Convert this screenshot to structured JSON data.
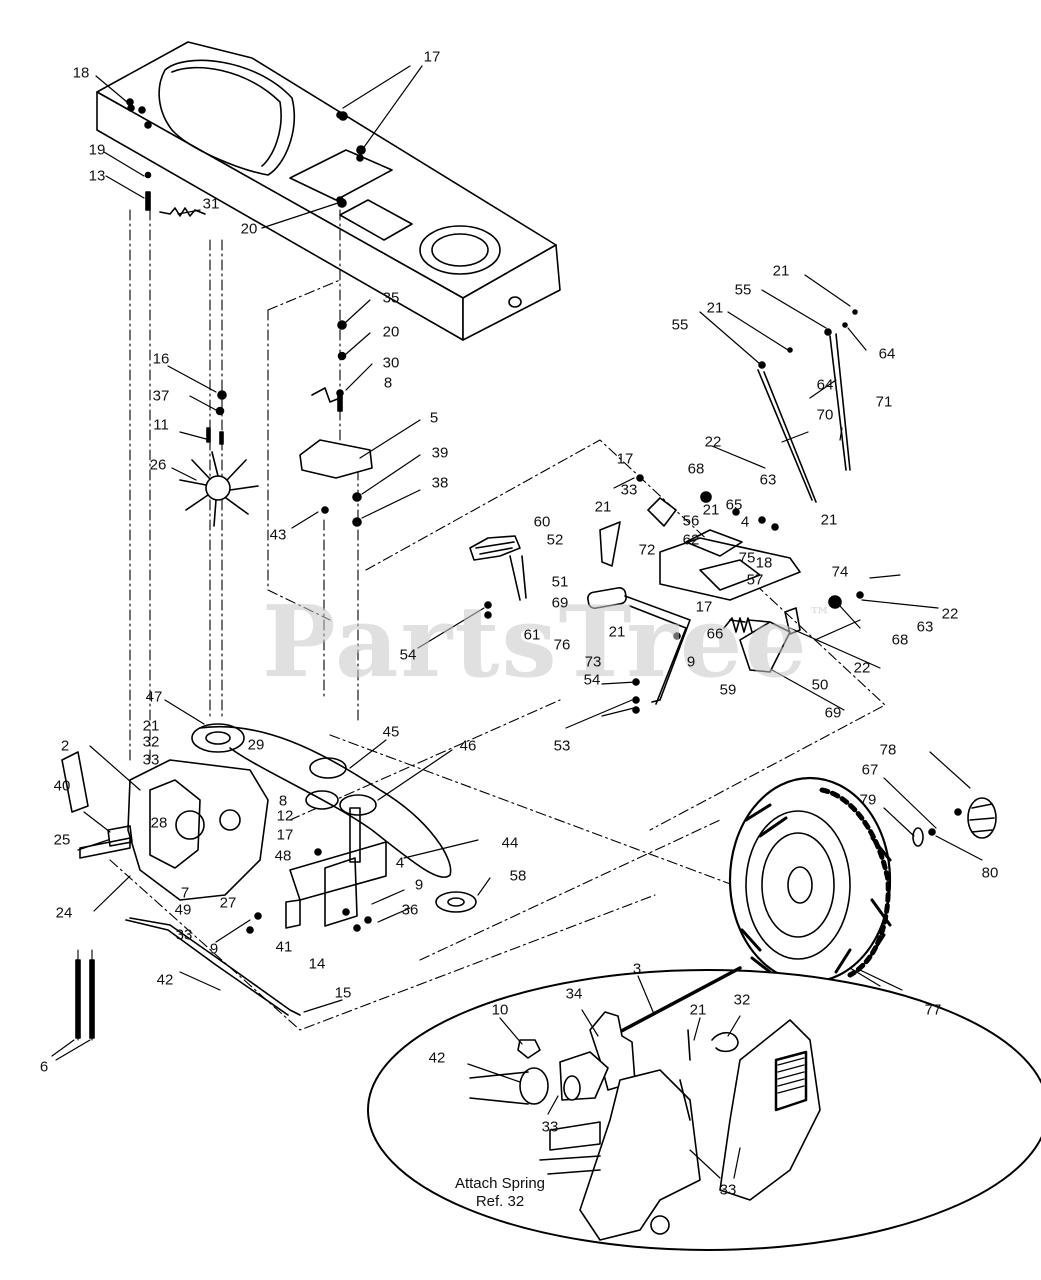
{
  "watermark": {
    "text": "PartsTree",
    "mark": "™"
  },
  "callouts": [
    {
      "id": "c18a",
      "text": "18"
    },
    {
      "id": "c17a",
      "text": "17"
    },
    {
      "id": "c19",
      "text": "19"
    },
    {
      "id": "c13",
      "text": "13"
    },
    {
      "id": "c31",
      "text": "31"
    },
    {
      "id": "c20a",
      "text": "20"
    },
    {
      "id": "c35",
      "text": "35"
    },
    {
      "id": "c20b",
      "text": "20"
    },
    {
      "id": "c30",
      "text": "30"
    },
    {
      "id": "c8a",
      "text": "8"
    },
    {
      "id": "c16",
      "text": "16"
    },
    {
      "id": "c37",
      "text": "37"
    },
    {
      "id": "c11",
      "text": "11"
    },
    {
      "id": "c26",
      "text": "26"
    },
    {
      "id": "c5",
      "text": "5"
    },
    {
      "id": "c39",
      "text": "39"
    },
    {
      "id": "c38",
      "text": "38"
    },
    {
      "id": "c43",
      "text": "43"
    },
    {
      "id": "c21a",
      "text": "21"
    },
    {
      "id": "c55a",
      "text": "55"
    },
    {
      "id": "c55b",
      "text": "55"
    },
    {
      "id": "c21b",
      "text": "21"
    },
    {
      "id": "c64a",
      "text": "64"
    },
    {
      "id": "c64b",
      "text": "64"
    },
    {
      "id": "c71",
      "text": "71"
    },
    {
      "id": "c70",
      "text": "70"
    },
    {
      "id": "c22a",
      "text": "22"
    },
    {
      "id": "c17b",
      "text": "17"
    },
    {
      "id": "c68a",
      "text": "68"
    },
    {
      "id": "c63a",
      "text": "63"
    },
    {
      "id": "c33a",
      "text": "33"
    },
    {
      "id": "c21c",
      "text": "21"
    },
    {
      "id": "c65",
      "text": "65"
    },
    {
      "id": "c56",
      "text": "56"
    },
    {
      "id": "c21d",
      "text": "21"
    },
    {
      "id": "c60",
      "text": "60"
    },
    {
      "id": "c4a",
      "text": "4"
    },
    {
      "id": "c21e",
      "text": "21"
    },
    {
      "id": "c52",
      "text": "52"
    },
    {
      "id": "c62",
      "text": "62"
    },
    {
      "id": "c72",
      "text": "72"
    },
    {
      "id": "c75",
      "text": "75"
    },
    {
      "id": "c18b",
      "text": "18"
    },
    {
      "id": "c74",
      "text": "74"
    },
    {
      "id": "c51",
      "text": "51"
    },
    {
      "id": "c57",
      "text": "57"
    },
    {
      "id": "c22b",
      "text": "22"
    },
    {
      "id": "c69a",
      "text": "69"
    },
    {
      "id": "c17c",
      "text": "17"
    },
    {
      "id": "c63b",
      "text": "63"
    },
    {
      "id": "c68b",
      "text": "68"
    },
    {
      "id": "c61",
      "text": "61"
    },
    {
      "id": "c76",
      "text": "76"
    },
    {
      "id": "c21f",
      "text": "21"
    },
    {
      "id": "c66",
      "text": "66"
    },
    {
      "id": "c22c",
      "text": "22"
    },
    {
      "id": "c54a",
      "text": "54"
    },
    {
      "id": "c9a",
      "text": "9"
    },
    {
      "id": "c73",
      "text": "73"
    },
    {
      "id": "c59",
      "text": "59"
    },
    {
      "id": "c50",
      "text": "50"
    },
    {
      "id": "c54b",
      "text": "54"
    },
    {
      "id": "c69b",
      "text": "69"
    },
    {
      "id": "c53",
      "text": "53"
    },
    {
      "id": "c47",
      "text": "47"
    },
    {
      "id": "c21g",
      "text": "21"
    },
    {
      "id": "c32a",
      "text": "32"
    },
    {
      "id": "c2",
      "text": "2"
    },
    {
      "id": "c33b",
      "text": "33"
    },
    {
      "id": "c29",
      "text": "29"
    },
    {
      "id": "c45",
      "text": "45"
    },
    {
      "id": "c46",
      "text": "46"
    },
    {
      "id": "c78",
      "text": "78"
    },
    {
      "id": "c67",
      "text": "67"
    },
    {
      "id": "c79",
      "text": "79"
    },
    {
      "id": "c40",
      "text": "40"
    },
    {
      "id": "c28",
      "text": "28"
    },
    {
      "id": "c8b",
      "text": "8"
    },
    {
      "id": "c12",
      "text": "12"
    },
    {
      "id": "c25",
      "text": "25"
    },
    {
      "id": "c17d",
      "text": "17"
    },
    {
      "id": "c48",
      "text": "48"
    },
    {
      "id": "c4b",
      "text": "4"
    },
    {
      "id": "c44",
      "text": "44"
    },
    {
      "id": "c80",
      "text": "80"
    },
    {
      "id": "c7",
      "text": "7"
    },
    {
      "id": "c9b",
      "text": "9"
    },
    {
      "id": "c58",
      "text": "58"
    },
    {
      "id": "c24",
      "text": "24"
    },
    {
      "id": "c49",
      "text": "49"
    },
    {
      "id": "c27",
      "text": "27"
    },
    {
      "id": "c36",
      "text": "36"
    },
    {
      "id": "c33c",
      "text": "33"
    },
    {
      "id": "c9c",
      "text": "9"
    },
    {
      "id": "c41",
      "text": "41"
    },
    {
      "id": "c14",
      "text": "14"
    },
    {
      "id": "c42a",
      "text": "42"
    },
    {
      "id": "c15",
      "text": "15"
    },
    {
      "id": "c77",
      "text": "77"
    },
    {
      "id": "c3",
      "text": "3"
    },
    {
      "id": "c10",
      "text": "10"
    },
    {
      "id": "c34",
      "text": "34"
    },
    {
      "id": "c21h",
      "text": "21"
    },
    {
      "id": "c32b",
      "text": "32"
    },
    {
      "id": "c6",
      "text": "6"
    },
    {
      "id": "c42b",
      "text": "42"
    },
    {
      "id": "c33d",
      "text": "33"
    },
    {
      "id": "c33e",
      "text": "33"
    }
  ],
  "detail_note": {
    "line1": "Attach Spring",
    "line2": "Ref. 32"
  }
}
